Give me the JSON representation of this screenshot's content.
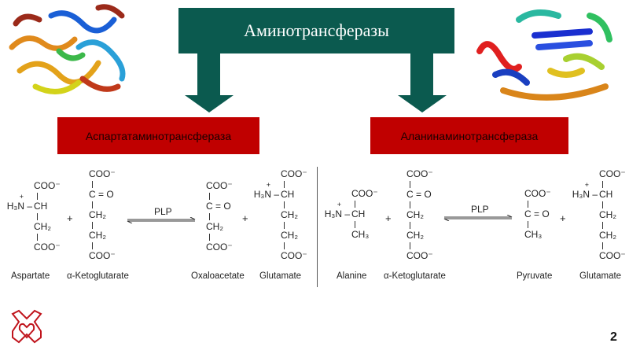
{
  "header": {
    "title": "Аминотрансферазы"
  },
  "enzymes": {
    "left": "Аспартатаминотрансфераза",
    "right": "Аланинаминотрансфераза"
  },
  "reactions": {
    "left": {
      "catalyst": "PLP",
      "plus": "+",
      "molecules": [
        {
          "id": "asp",
          "name": "Aspartate",
          "rows": [
            "COO⁻",
            "CH",
            "CH₂",
            "COO⁻"
          ],
          "amine_row": 1,
          "amine": "H₃N – "
        },
        {
          "id": "akg1",
          "name": "α-Ketoglutarate",
          "rows": [
            "COO⁻",
            "C = O",
            "CH₂",
            "CH₂",
            "COO⁻"
          ]
        },
        {
          "id": "oaa",
          "name": "Oxaloacetate",
          "rows": [
            "COO⁻",
            "C = O",
            "CH₂",
            "COO⁻"
          ]
        },
        {
          "id": "glu1",
          "name": "Glutamate",
          "rows": [
            "COO⁻",
            "CH",
            "CH₂",
            "CH₂",
            "COO⁻"
          ],
          "amine_row": 1,
          "amine": "H₃N – "
        }
      ]
    },
    "right": {
      "catalyst": "PLP",
      "plus": "+",
      "molecules": [
        {
          "id": "ala",
          "name": "Alanine",
          "rows": [
            "COO⁻",
            "CH",
            "CH₃"
          ],
          "amine_row": 1,
          "amine": "H₃N – "
        },
        {
          "id": "akg2",
          "name": "α-Ketoglutarate",
          "rows": [
            "COO⁻",
            "C = O",
            "CH₂",
            "CH₂",
            "COO⁻"
          ]
        },
        {
          "id": "pyr",
          "name": "Pyruvate",
          "rows": [
            "COO⁻",
            "C = O",
            "CH₃"
          ]
        },
        {
          "id": "glu2",
          "name": "Glutamate",
          "rows": [
            "COO⁻",
            "CH",
            "CH₂",
            "CH₂",
            "COO⁻"
          ],
          "amine_row": 1,
          "amine": "H₃N – "
        }
      ]
    }
  },
  "amine_charge": "+",
  "page_number": "2",
  "colors": {
    "header": "#0b5a4f",
    "enzyme_box": "#c00000",
    "logo": "#c0141c"
  }
}
